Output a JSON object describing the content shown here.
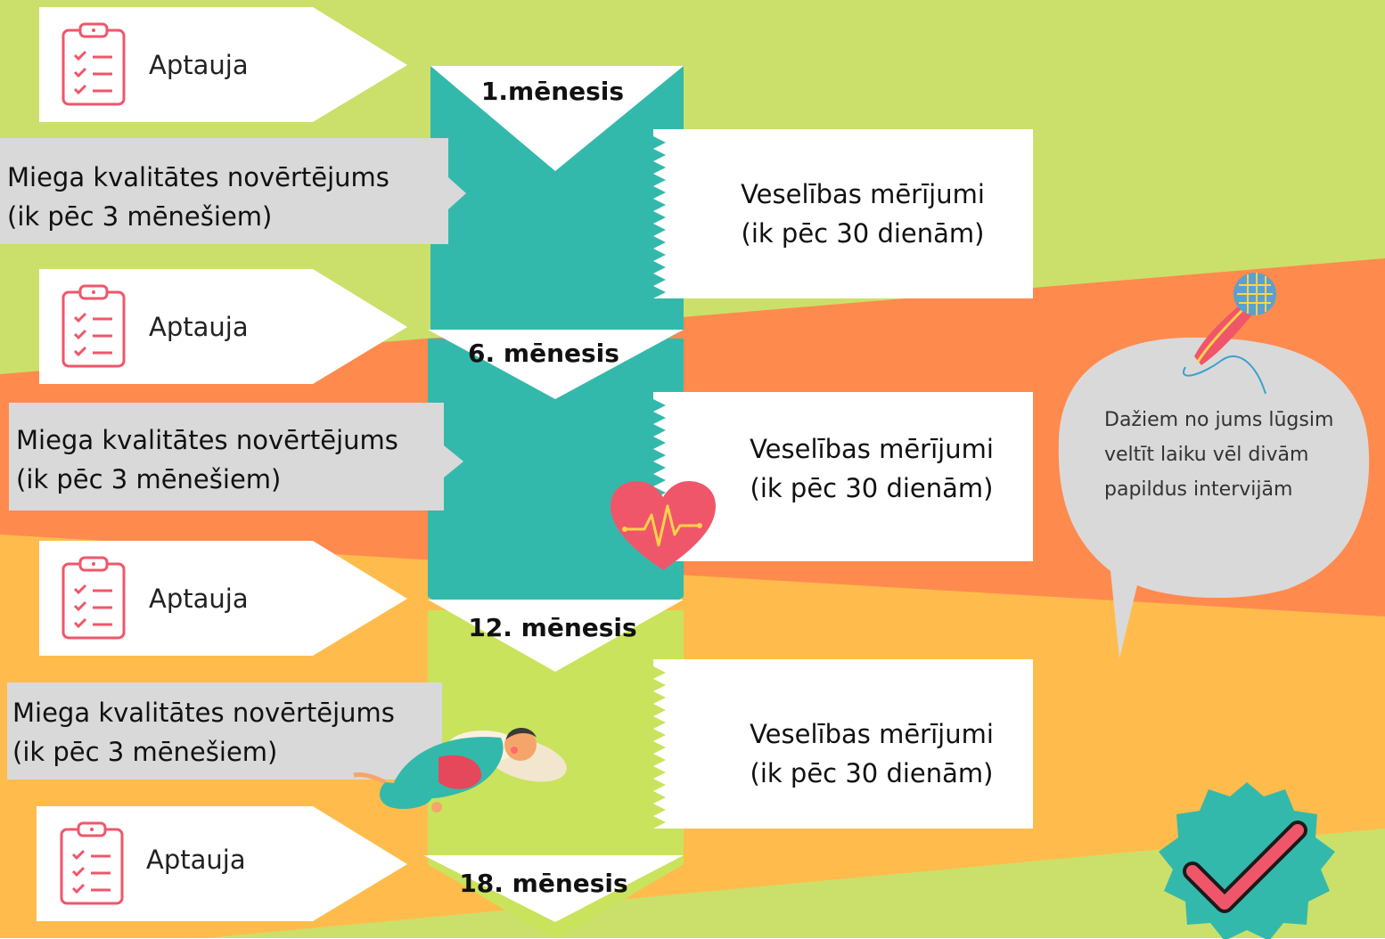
{
  "colors": {
    "green": "#cbe06a",
    "orange": "#ff8a4e",
    "yellow": "#ffbc4c",
    "teal": "#33b9ab",
    "lime": "#c9e35d",
    "grey": "#d9d9d9",
    "red": "#f0566a"
  },
  "steps": {
    "survey_label": "Aptauja",
    "sleep_line1": "Miega kvalitātes novērtējums",
    "sleep_line2": "(ik pēc 3 mēnešiem)",
    "health_line1": "Veselības mērījumi",
    "health_line2": "(ik pēc 30 dienām)"
  },
  "months": {
    "m1": "1.mēnesis",
    "m6": "6. mēnesis",
    "m12": "12. mēnesis",
    "m18": "18. mēnesis"
  },
  "bubble": {
    "line1": "Dažiem no jums lūgsim",
    "line2": "veltīt laiku vēl divām",
    "line3": "papildus intervijām"
  },
  "icons": {
    "clipboard": "clipboard-checklist-icon",
    "heart": "heartbeat-icon",
    "microphone": "microphone-icon",
    "badge": "checkmark-badge-icon",
    "sleeper": "sleeping-person-illustration"
  }
}
